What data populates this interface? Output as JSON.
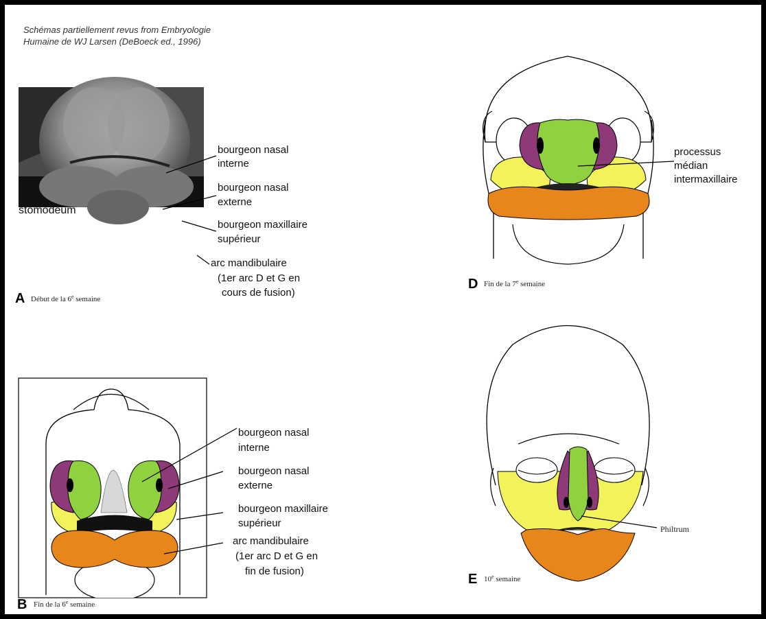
{
  "source_note": {
    "line1": "Schémas partiellement revus from Embryologie",
    "line2": "Humaine de WJ Larsen (DeBoeck ed., 1996)"
  },
  "panel_a": {
    "letter": "A",
    "caption": "Début de la 6",
    "caption_sup": "e",
    "caption_end": " semaine",
    "labels": {
      "nasal_interne_1": "bourgeon nasal",
      "nasal_interne_2": "interne",
      "nasal_externe_1": "bourgeon nasal",
      "nasal_externe_2": "externe",
      "maxillaire_1": "bourgeon maxillaire",
      "maxillaire_2": "supérieur",
      "mandibulaire_1": "arc mandibulaire",
      "mandibulaire_2": "(1er arc D et G en",
      "mandibulaire_3": "cours de fusion)",
      "stomodeum": "stomodeum"
    }
  },
  "panel_b": {
    "letter": "B",
    "caption": "Fin de la 6",
    "caption_sup": "e",
    "caption_end": " semaine",
    "labels": {
      "nasal_interne_1": "bourgeon nasal",
      "nasal_interne_2": "interne",
      "nasal_externe_1": "bourgeon nasal",
      "nasal_externe_2": "externe",
      "maxillaire_1": "bourgeon maxillaire",
      "maxillaire_2": "supérieur",
      "mandibulaire_1": "arc mandibulaire",
      "mandibulaire_2": "(1er arc D et G en",
      "mandibulaire_3": "fin de fusion)"
    }
  },
  "panel_d": {
    "letter": "D",
    "caption": "Fin de la 7",
    "caption_sup": "e",
    "caption_end": " semaine",
    "labels": {
      "processus_1": "processus",
      "processus_2": "médian",
      "processus_3": "intermaxillaire"
    }
  },
  "panel_e": {
    "letter": "E",
    "caption": "10",
    "caption_sup": "e",
    "caption_end": " semaine",
    "labels": {
      "philtrum": "Philtrum"
    }
  },
  "colors": {
    "nasal_interne": "#8fd13f",
    "nasal_externe": "#8e3a78",
    "maxillaire": "#f2f25a",
    "mandibulaire": "#e8861c",
    "frame": "#000000"
  }
}
